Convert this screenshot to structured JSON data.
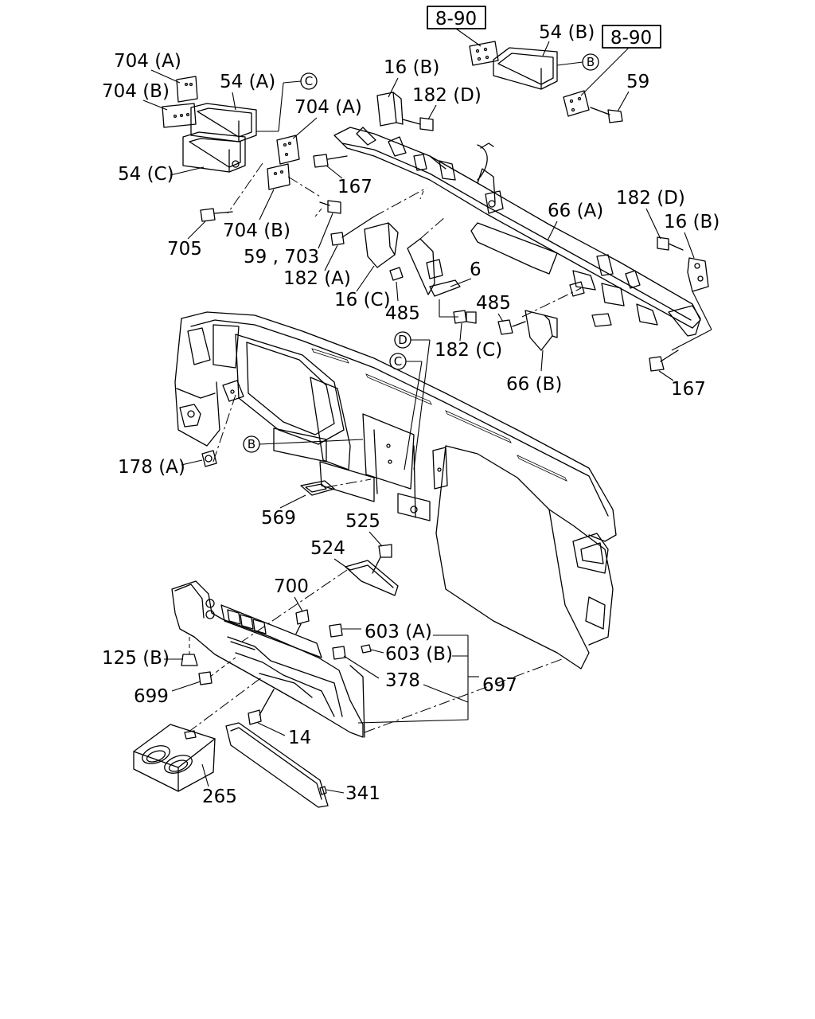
{
  "labels": {
    "ref_8_90_a": "8-90",
    "ref_8_90_b": "8-90",
    "p54b": "54 (B)",
    "p704a_top": "704 (A)",
    "p704b_top": "704 (B)",
    "p54a": "54 (A)",
    "p16b_top": "16 (B)",
    "p182d_top": "182 (D)",
    "p59": "59",
    "p704a_mid": "704 (A)",
    "p54c": "54 (C)",
    "p167_top": "167",
    "p66a": "66 (A)",
    "p182d_right": "182 (D)",
    "p16b_right": "16 (B)",
    "p705": "705",
    "p704b_mid": "704 (B)",
    "p59_703": "59 , 703",
    "p182a": "182 (A)",
    "p6": "6",
    "p16c": "16 (C)",
    "p485_left": "485",
    "p485_right": "485",
    "p182c": "182 (C)",
    "p66b": "66 (B)",
    "p167_bot": "167",
    "p178a": "178 (A)",
    "p569": "569",
    "p525": "525",
    "p524": "524",
    "p700": "700",
    "p603a": "603 (A)",
    "p125b": "125 (B)",
    "p603b": "603 (B)",
    "p378": "378",
    "p697": "697",
    "p699": "699",
    "p14": "14",
    "p265": "265",
    "p341": "341"
  },
  "callouts": {
    "c_top_right": "B",
    "c_top_left": "C",
    "c_mid_d": "D",
    "c_mid_c": "C",
    "c_mid_b": "B"
  }
}
